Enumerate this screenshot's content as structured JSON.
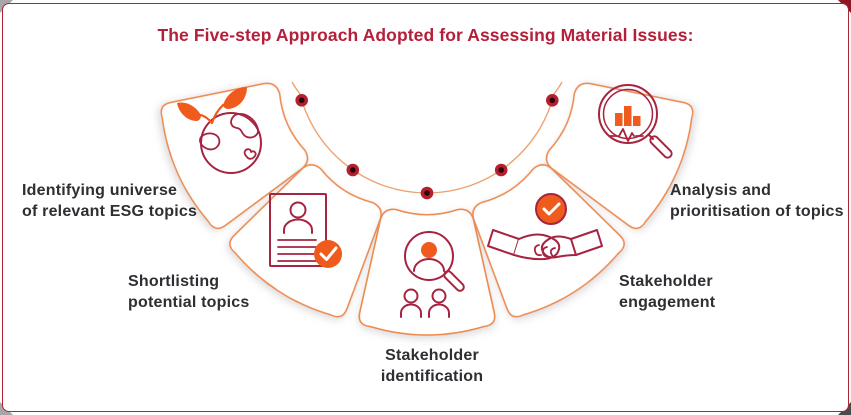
{
  "title": "The Five-step Approach Adopted for Assessing Material Issues:",
  "steps": [
    {
      "label_line1": "Identifying universe",
      "label_line2": "of relevant ESG topics",
      "icon": "globe-leaf-icon"
    },
    {
      "label_line1": "Shortlisting",
      "label_line2": "potential topics",
      "icon": "document-check-icon"
    },
    {
      "label_line1": "Stakeholder",
      "label_line2": "identification",
      "icon": "person-search-icon"
    },
    {
      "label_line1": "Stakeholder",
      "label_line2": "engagement",
      "icon": "handshake-check-icon"
    },
    {
      "label_line1": "Analysis and",
      "label_line2": "prioritisation of topics",
      "icon": "chart-magnifier-icon"
    }
  ],
  "colors": {
    "title_text": "#b41f3a",
    "frame_border": "#b02433",
    "card_border": "#ee8a4d",
    "card_fill": "#ffffff",
    "connector_arc": "#eca473",
    "dot_ring": "#b4202e",
    "dot_center": "#2b060c",
    "icon_stroke": "#a72440",
    "accent_orange": "#ef5a1d",
    "label_text": "#2e2e33"
  }
}
